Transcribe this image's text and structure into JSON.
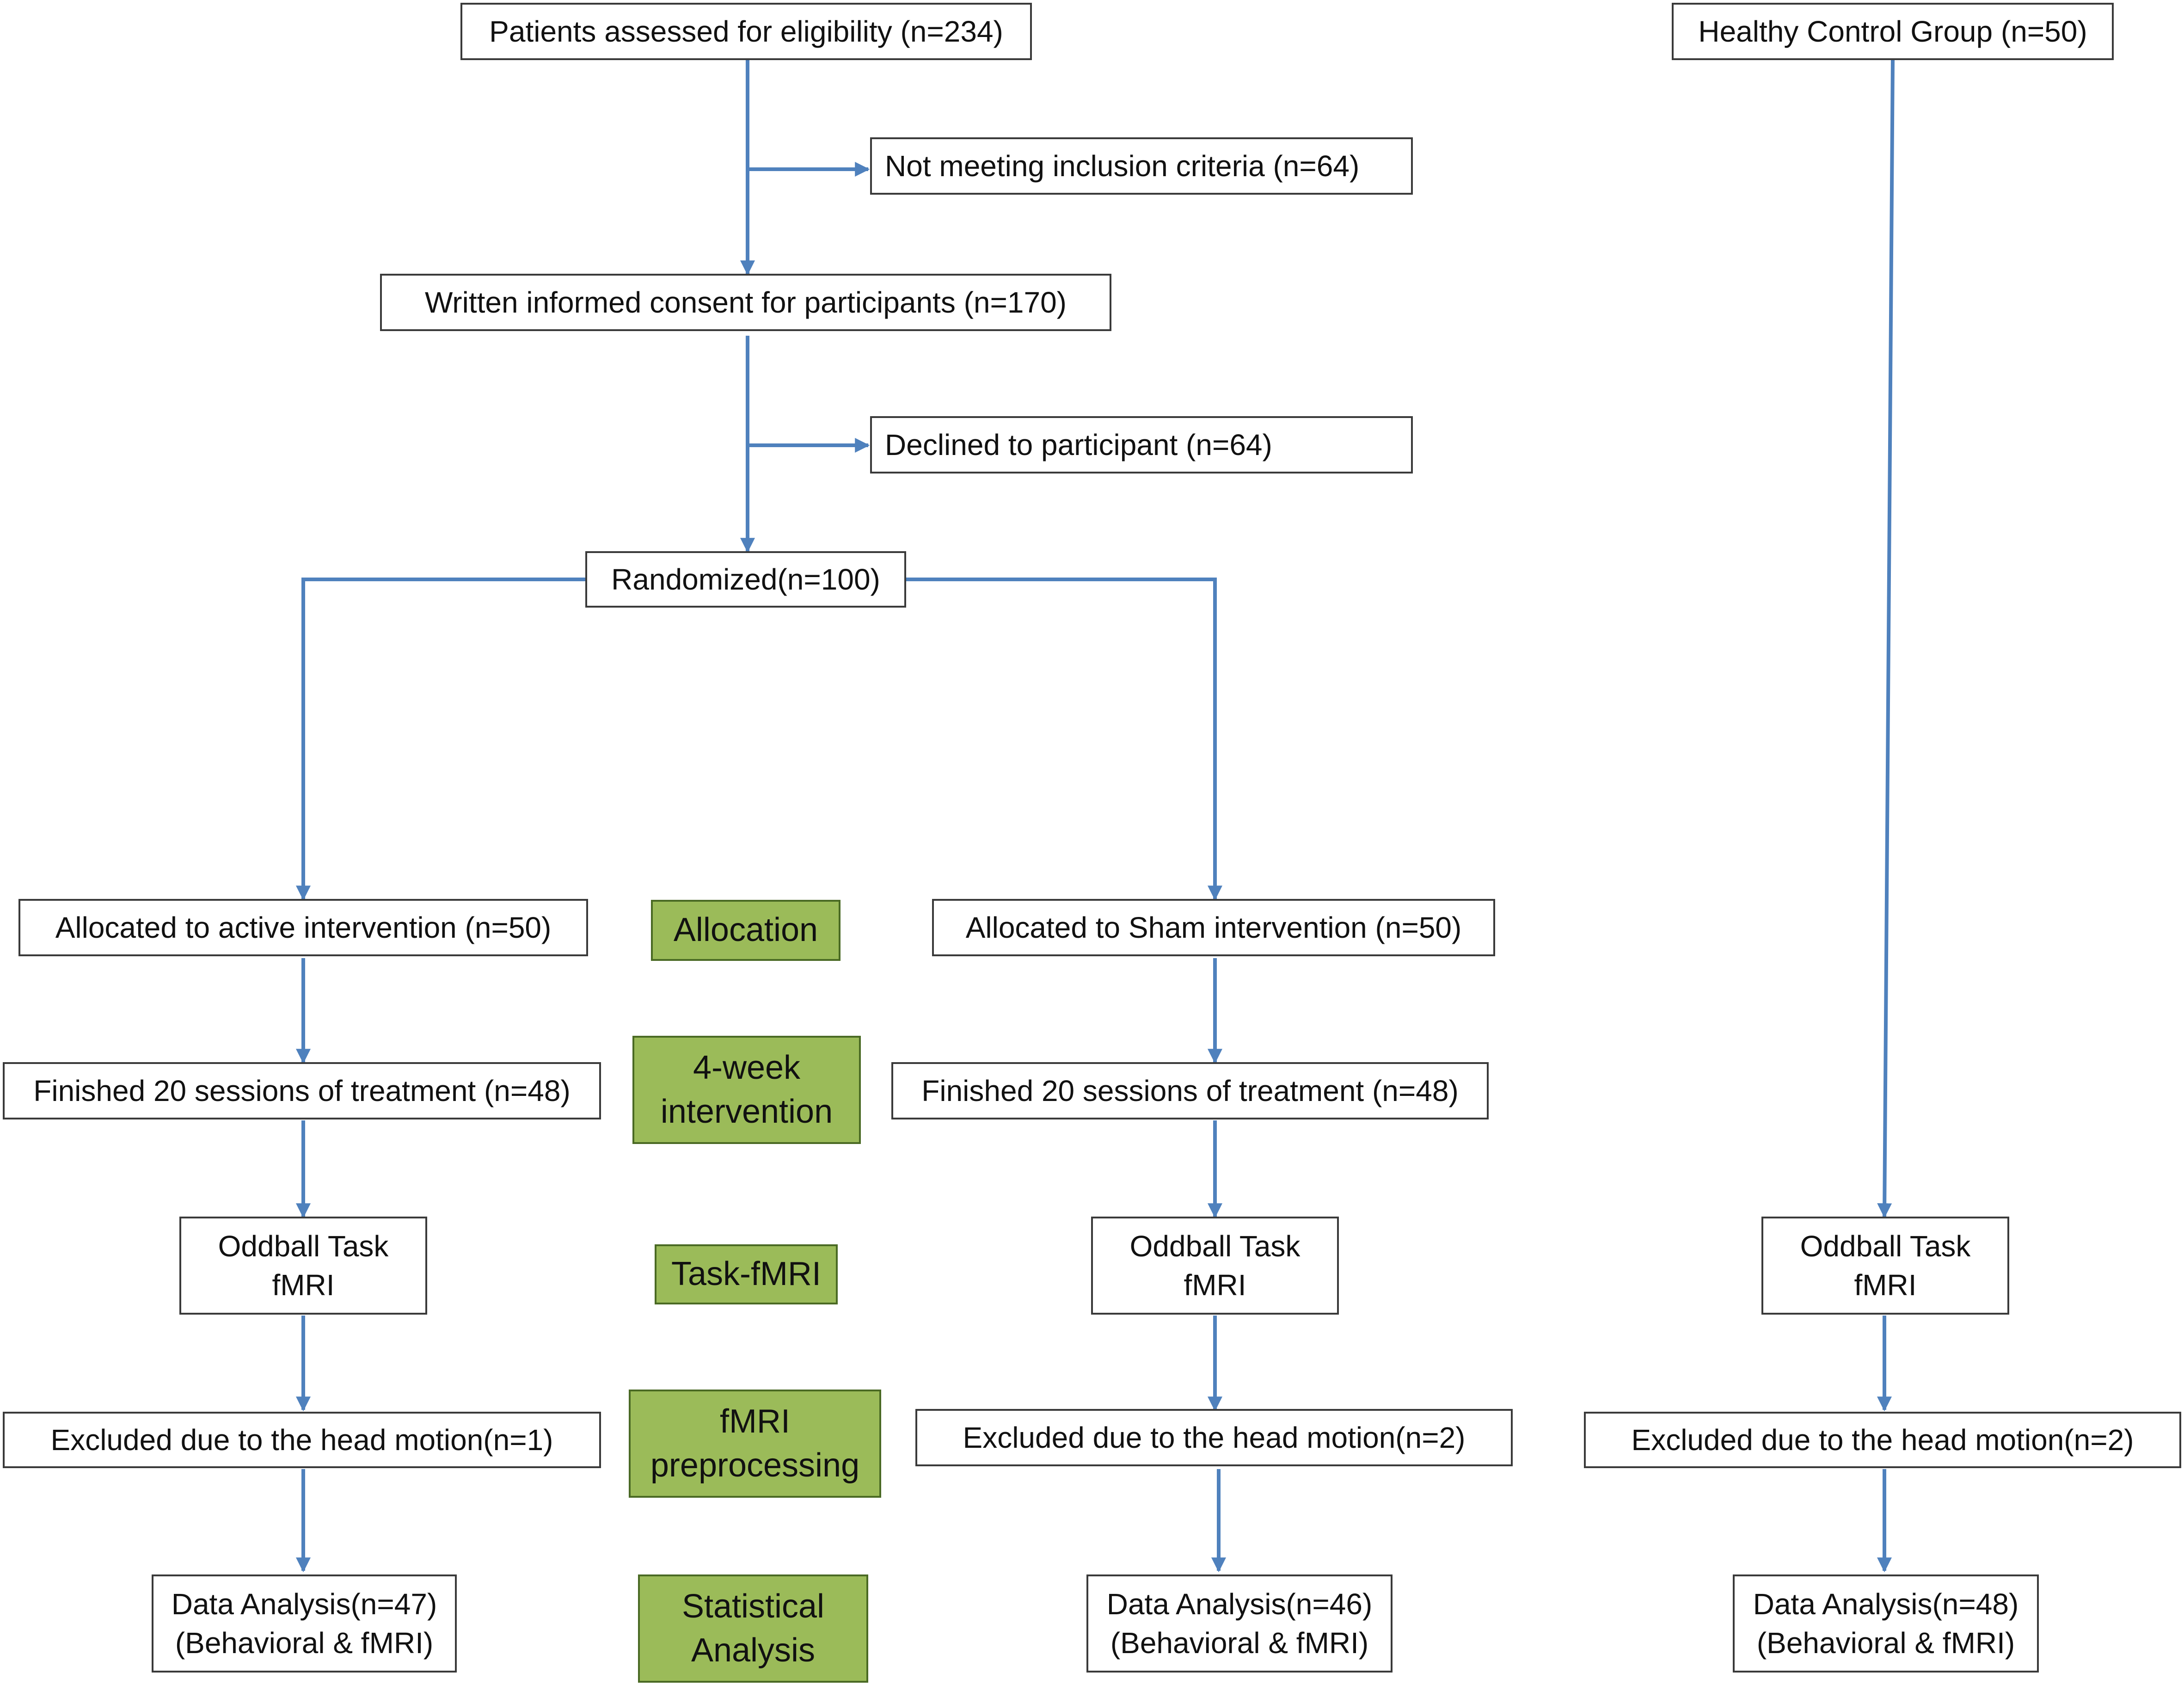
{
  "colors": {
    "connector": "#4f81bd",
    "stage_fill": "#9bbb59",
    "box_border": "#3a3a3a"
  },
  "boxes": {
    "eligibility": "Patients assessed for eligibility (n=234)",
    "healthy_control": "Healthy Control Group (n=50)",
    "not_meeting": "Not meeting inclusion criteria (n=64)",
    "consent": "Written informed consent for participants (n=170)",
    "declined": "Declined to  participant (n=64)",
    "randomized": "Randomized(n=100)",
    "active": "Allocated to active intervention (n=50)",
    "sham": "Allocated to Sham intervention (n=50)",
    "finished_active": "Finished 20 sessions of treatment (n=48)",
    "finished_sham": "Finished 20 sessions of treatment (n=48)",
    "oddball_active": [
      "Oddball Task",
      "fMRI"
    ],
    "oddball_sham": [
      "Oddball Task",
      "fMRI"
    ],
    "oddball_control": [
      "Oddball Task",
      "fMRI"
    ],
    "excluded_active": "Excluded due to the head motion(n=1)",
    "excluded_sham": "Excluded due to the head motion(n=2)",
    "excluded_control": "Excluded due to the head motion(n=2)",
    "analysis_active": [
      "Data Analysis(n=47)",
      "(Behavioral & fMRI)"
    ],
    "analysis_sham": [
      "Data Analysis(n=46)",
      "(Behavioral & fMRI)"
    ],
    "analysis_control": [
      "Data Analysis(n=48)",
      "(Behavioral & fMRI)"
    ]
  },
  "stages": {
    "allocation": [
      "Allocation"
    ],
    "intervention": [
      "4-week",
      "intervention"
    ],
    "task_fmri": [
      "Task-fMRI"
    ],
    "preprocessing": [
      "fMRI",
      "preprocessing"
    ],
    "statistical": [
      "Statistical",
      "Analysis"
    ]
  }
}
